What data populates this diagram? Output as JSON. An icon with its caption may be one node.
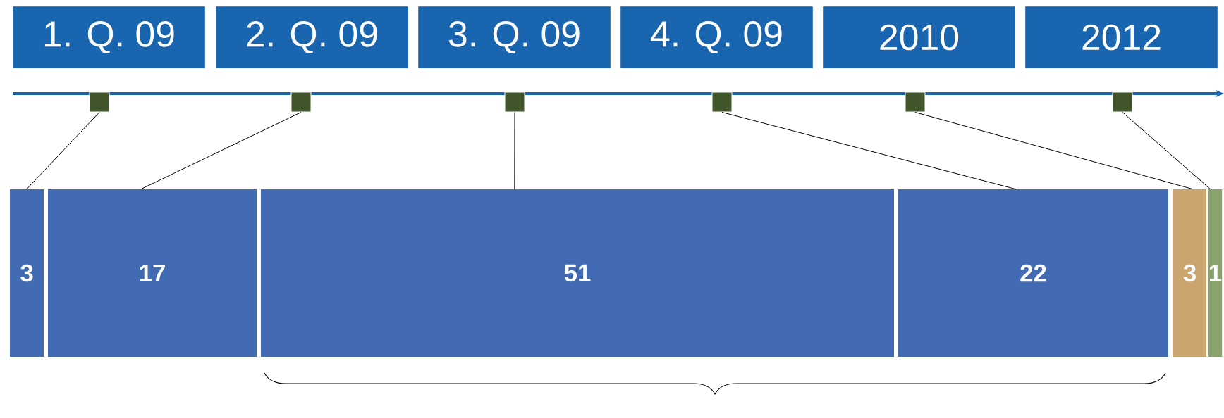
{
  "diagram": {
    "nodes": [
      {
        "text": [
          "1. Q. 09"
        ]
      },
      {
        "text": [
          "2. Q. 09"
        ]
      },
      {
        "text": [
          "3. Q. 09"
        ]
      },
      {
        "text": [
          "4. Q. 09"
        ]
      },
      {
        "text": [
          "2010"
        ]
      },
      {
        "text": [
          "2012"
        ]
      },
      {
        "text": [],
        "shape": "box"
      },
      {
        "text": [],
        "shape": "box"
      },
      {
        "text": [],
        "shape": "box"
      },
      {
        "text": [],
        "shape": "box"
      },
      {
        "text": [],
        "shape": "box"
      },
      {
        "text": [],
        "shape": "box"
      },
      {
        "text": [
          "3"
        ]
      },
      {
        "text": [
          "17"
        ]
      },
      {
        "text": [
          "51"
        ]
      },
      {
        "text": [
          "22"
        ]
      },
      {
        "text": [
          "3"
        ]
      },
      {
        "text": [
          "1"
        ]
      }
    ],
    "edges": [
      {
        "from": 6,
        "to": 12,
        "arrow": "none"
      },
      {
        "from": 7,
        "to": 13,
        "arrow": "none"
      },
      {
        "from": 8,
        "to": 14,
        "arrow": "none"
      },
      {
        "from": 9,
        "to": 15,
        "arrow": "none"
      },
      {
        "from": 10,
        "to": 16,
        "arrow": "none"
      },
      {
        "from": 11,
        "to": 17,
        "arrow": "none"
      }
    ]
  }
}
